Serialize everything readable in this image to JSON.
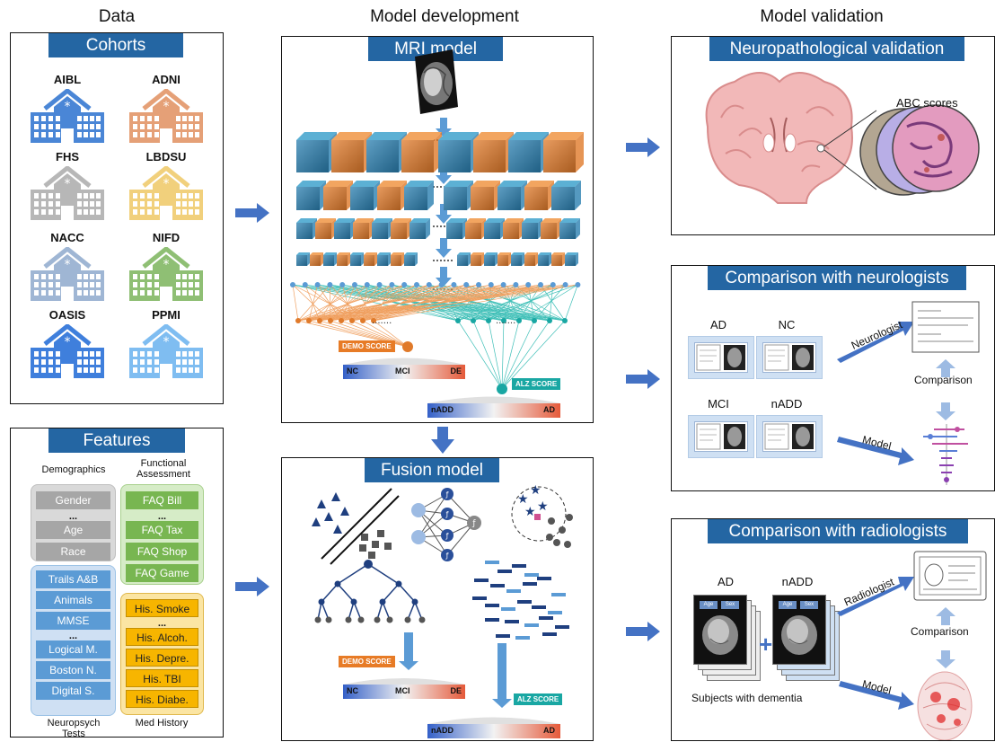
{
  "columns": {
    "data": "Data",
    "development": "Model development",
    "validation": "Model validation"
  },
  "cohorts": {
    "title": "Cohorts",
    "items": [
      {
        "name": "AIBL",
        "color": "#4a86d6"
      },
      {
        "name": "ADNI",
        "color": "#e5a077"
      },
      {
        "name": "FHS",
        "color": "#b7b7b7"
      },
      {
        "name": "LBDSU",
        "color": "#f1d07c"
      },
      {
        "name": "NACC",
        "color": "#9fb6d4"
      },
      {
        "name": "NIFD",
        "color": "#8fbf74"
      },
      {
        "name": "OASIS",
        "color": "#3f7fdc"
      },
      {
        "name": "PPMI",
        "color": "#7fbdf1"
      }
    ]
  },
  "features": {
    "title": "Features",
    "demographics": {
      "header": "Demographics",
      "items": [
        "Gender",
        "...",
        "Age",
        "Race"
      ]
    },
    "functional": {
      "header": "Functional Assessment",
      "items": [
        "FAQ Bill",
        "...",
        "FAQ Tax",
        "FAQ Shop",
        "FAQ Game"
      ]
    },
    "neuropsych": {
      "footer": "Neuropsych Tests",
      "items": [
        "Trails A&B",
        "Animals",
        "MMSE",
        "...",
        "Logical M.",
        "Boston N.",
        "Digital S."
      ]
    },
    "medhistory": {
      "footer": "Med History",
      "items": [
        "His. Smoke",
        "...",
        "His. Alcoh.",
        "His. Depre.",
        "His. TBI",
        "His. Diabe."
      ]
    }
  },
  "mri_model": {
    "title": "MRI model",
    "demo_score": "DEMO SCORE",
    "alz_score": "ALZ SCORE",
    "demo_bar": [
      "NC",
      "MCI",
      "DE"
    ],
    "alz_bar": [
      "nADD",
      "AD"
    ]
  },
  "fusion_model": {
    "title": "Fusion model",
    "demo_score": "DEMO SCORE",
    "alz_score": "ALZ SCORE",
    "demo_bar": [
      "NC",
      "MCI",
      "DE"
    ],
    "alz_bar": [
      "nADD",
      "AD"
    ]
  },
  "neuro_validation": {
    "title": "Neuropathological validation",
    "abc": "ABC scores"
  },
  "neurologists": {
    "title": "Comparison with neurologists",
    "classes": [
      "AD",
      "NC",
      "MCI",
      "nADD"
    ],
    "arrow_top": "Neurologist",
    "arrow_bottom": "Model",
    "comparison": "Comparison"
  },
  "radiologists": {
    "title": "Comparison with radiologists",
    "classes": [
      "AD",
      "nADD"
    ],
    "stack_tags": [
      "Age",
      "Sex"
    ],
    "plus": "+",
    "subjects": "Subjects with dementia",
    "arrow_top": "Radiologist",
    "arrow_bottom": "Model",
    "comparison": "Comparison"
  },
  "colors": {
    "accent": "#2466a3",
    "arrow": "#4472c4",
    "orange": "#e77b26",
    "teal": "#19a7a3"
  }
}
